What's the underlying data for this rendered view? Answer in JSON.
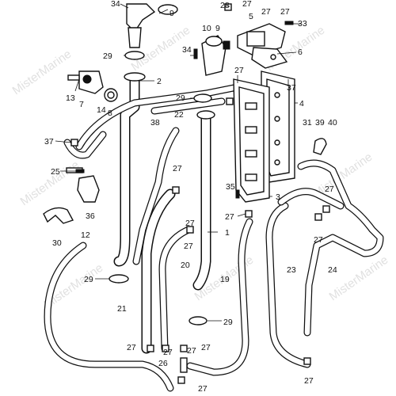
{
  "watermark": "MisterMarine",
  "labels": {
    "l34": "34",
    "l9a": "9",
    "l28": "28",
    "l27a": "27",
    "l27b": "27",
    "l27c": "27",
    "l5": "5",
    "l33": "33",
    "l10": "10",
    "l9b": "9",
    "l6": "6",
    "l34b": "34",
    "l29a": "29",
    "l2": "2",
    "l27d": "27",
    "l37a": "37",
    "l13": "13",
    "l7": "7",
    "l14": "14",
    "l8": "8",
    "l29b": "29",
    "l4": "4",
    "l38": "38",
    "l22": "22",
    "l31": "31",
    "l39": "39",
    "l40": "40",
    "l37b": "37",
    "l27e": "27",
    "l27f": "27",
    "l25": "25",
    "l35": "35",
    "l3": "3",
    "l27g": "27",
    "l27h": "27",
    "l36": "36",
    "l27i": "27",
    "l27j": "27",
    "l30": "30",
    "l12": "12",
    "l1": "1",
    "l20": "20",
    "l29c": "29",
    "l19": "19",
    "l23": "23",
    "l24": "24",
    "l21": "21",
    "l29d": "29",
    "l27k": "27",
    "l27l": "27",
    "l27m": "27",
    "l27n": "27",
    "l26": "26",
    "l27o": "27",
    "l27p": "27"
  }
}
